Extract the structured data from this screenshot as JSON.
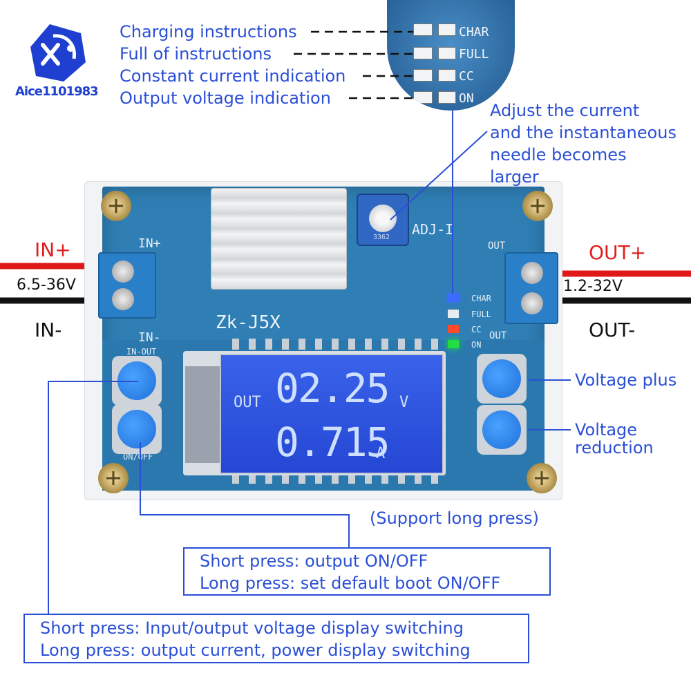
{
  "logo": {
    "text": "Aice1101983"
  },
  "callouts": {
    "charging": "Charging instructions",
    "full": "Full of instructions",
    "cc": "Constant current indication",
    "output_voltage": "Output voltage indication",
    "adjust_current_1": "Adjust the current",
    "adjust_current_2": "and the instantaneous",
    "adjust_current_3": "needle becomes",
    "adjust_current_4": "larger",
    "voltage_plus": "Voltage plus",
    "voltage_reduction_1": "Voltage",
    "voltage_reduction_2": "reduction",
    "support_long_press": "(Support long press)"
  },
  "terminals": {
    "in_plus": "IN+",
    "in_range": "6.5-36V",
    "in_minus": "IN-",
    "out_plus": "OUT+",
    "out_range": "1.2-32V",
    "out_minus": "OUT-"
  },
  "board": {
    "model": "Zk-J5X",
    "adj": "ADJ-I",
    "pcb_in_plus": "IN+",
    "pcb_in_minus": "IN-",
    "pcb_in_out": "IN-OUT",
    "pcb_on_off": "ON/OFF",
    "pcb_out_plus": "OUT",
    "pcb_out_minus": "OUT",
    "led_labels": [
      "CHAR",
      "FULL",
      "CC",
      "ON"
    ],
    "pot_code": "3362"
  },
  "lcd": {
    "mode": "OUT",
    "voltage": "02.25",
    "voltage_unit": "V",
    "current": "0.715",
    "current_unit": "A"
  },
  "zoom_labels": [
    "CHAR",
    "FULL",
    "CC",
    "ON"
  ],
  "info_box_1": {
    "line1": "Short press: output ON/OFF",
    "line2": "Long press: set default boot ON/OFF"
  },
  "info_box_2": {
    "line1": "Short press: Input/output voltage display switching",
    "line2": "Long press: output current, power display switching"
  },
  "colors": {
    "annotation_blue": "#2a4fd6",
    "pcb_blue": "#2f7fb5",
    "lcd_blue": "#2d55e0",
    "wire_red": "#e01818",
    "led_blue": "#3b6bff",
    "led_red": "#ff4b2b",
    "led_green": "#22dd44"
  }
}
